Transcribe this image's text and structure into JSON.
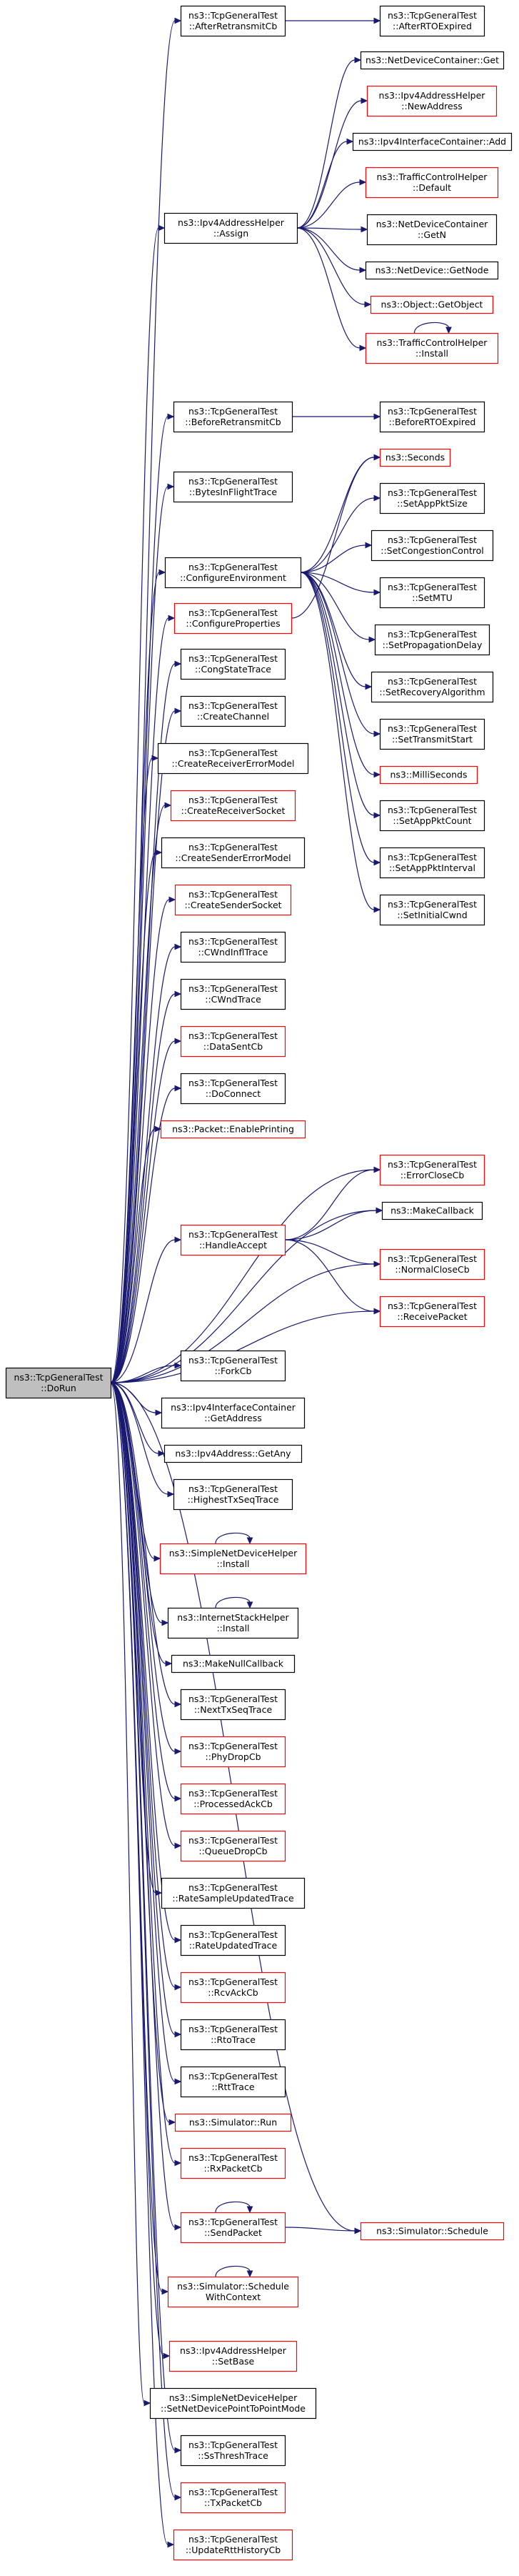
{
  "graph": {
    "title": "",
    "colors": {
      "edge": "#191970",
      "node_border": "#000000",
      "node_border_undocumented": "#ff0000",
      "root_fill": "#bfbfbf",
      "node_fill": "#ffffff"
    },
    "nodes": [
      {
        "id": "root",
        "lines": [
          "ns3::TcpGeneralTest",
          "::DoRun"
        ],
        "style": "root"
      },
      {
        "id": "afterRetransmitCb",
        "lines": [
          "ns3::TcpGeneralTest",
          "::AfterRetransmitCb"
        ],
        "style": "normal"
      },
      {
        "id": "afterRTOExpired",
        "lines": [
          "ns3::TcpGeneralTest",
          "::AfterRTOExpired"
        ],
        "style": "normal"
      },
      {
        "id": "ndcGet",
        "lines": [
          "ns3::NetDeviceContainer::Get"
        ],
        "style": "normal"
      },
      {
        "id": "ipv4NewAddress",
        "lines": [
          "ns3::Ipv4AddressHelper",
          "::NewAddress"
        ],
        "style": "red"
      },
      {
        "id": "ipv4ifcAdd",
        "lines": [
          "ns3::Ipv4InterfaceContainer::Add"
        ],
        "style": "normal"
      },
      {
        "id": "assign",
        "lines": [
          "ns3::Ipv4AddressHelper",
          "::Assign"
        ],
        "style": "normal"
      },
      {
        "id": "tchDefault",
        "lines": [
          "ns3::TrafficControlHelper",
          "::Default"
        ],
        "style": "red"
      },
      {
        "id": "ndcGetN",
        "lines": [
          "ns3::NetDeviceContainer",
          "::GetN"
        ],
        "style": "normal"
      },
      {
        "id": "ndGetNode",
        "lines": [
          "ns3::NetDevice::GetNode"
        ],
        "style": "normal"
      },
      {
        "id": "objGetObject",
        "lines": [
          "ns3::Object::GetObject"
        ],
        "style": "red"
      },
      {
        "id": "tchInstall",
        "lines": [
          "ns3::TrafficControlHelper",
          "::Install"
        ],
        "style": "red"
      },
      {
        "id": "beforeRetransmitCb",
        "lines": [
          "ns3::TcpGeneralTest",
          "::BeforeRetransmitCb"
        ],
        "style": "normal"
      },
      {
        "id": "beforeRTOExpired",
        "lines": [
          "ns3::TcpGeneralTest",
          "::BeforeRTOExpired"
        ],
        "style": "normal"
      },
      {
        "id": "seconds",
        "lines": [
          "ns3::Seconds"
        ],
        "style": "red"
      },
      {
        "id": "bytesInFlightTrace",
        "lines": [
          "ns3::TcpGeneralTest",
          "::BytesInFlightTrace"
        ],
        "style": "normal"
      },
      {
        "id": "setAppPktSize",
        "lines": [
          "ns3::TcpGeneralTest",
          "::SetAppPktSize"
        ],
        "style": "normal"
      },
      {
        "id": "setCongestionControl",
        "lines": [
          "ns3::TcpGeneralTest",
          "::SetCongestionControl"
        ],
        "style": "normal"
      },
      {
        "id": "configureEnvironment",
        "lines": [
          "ns3::TcpGeneralTest",
          "::ConfigureEnvironment"
        ],
        "style": "normal"
      },
      {
        "id": "setMTU",
        "lines": [
          "ns3::TcpGeneralTest",
          "::SetMTU"
        ],
        "style": "normal"
      },
      {
        "id": "configureProperties",
        "lines": [
          "ns3::TcpGeneralTest",
          "::ConfigureProperties"
        ],
        "style": "red"
      },
      {
        "id": "setPropagationDelay",
        "lines": [
          "ns3::TcpGeneralTest",
          "::SetPropagationDelay"
        ],
        "style": "normal"
      },
      {
        "id": "congStateTrace",
        "lines": [
          "ns3::TcpGeneralTest",
          "::CongStateTrace"
        ],
        "style": "normal"
      },
      {
        "id": "setRecoveryAlgorithm",
        "lines": [
          "ns3::TcpGeneralTest",
          "::SetRecoveryAlgorithm"
        ],
        "style": "normal"
      },
      {
        "id": "createChannel",
        "lines": [
          "ns3::TcpGeneralTest",
          "::CreateChannel"
        ],
        "style": "normal"
      },
      {
        "id": "setTransmitStart",
        "lines": [
          "ns3::TcpGeneralTest",
          "::SetTransmitStart"
        ],
        "style": "normal"
      },
      {
        "id": "createReceiverErrorModel",
        "lines": [
          "ns3::TcpGeneralTest",
          "::CreateReceiverErrorModel"
        ],
        "style": "normal"
      },
      {
        "id": "milliSeconds",
        "lines": [
          "ns3::MilliSeconds"
        ],
        "style": "red"
      },
      {
        "id": "createReceiverSocket",
        "lines": [
          "ns3::TcpGeneralTest",
          "::CreateReceiverSocket"
        ],
        "style": "red"
      },
      {
        "id": "setAppPktCount",
        "lines": [
          "ns3::TcpGeneralTest",
          "::SetAppPktCount"
        ],
        "style": "normal"
      },
      {
        "id": "createSenderErrorModel",
        "lines": [
          "ns3::TcpGeneralTest",
          "::CreateSenderErrorModel"
        ],
        "style": "normal"
      },
      {
        "id": "setAppPktInterval",
        "lines": [
          "ns3::TcpGeneralTest",
          "::SetAppPktInterval"
        ],
        "style": "normal"
      },
      {
        "id": "createSenderSocket",
        "lines": [
          "ns3::TcpGeneralTest",
          "::CreateSenderSocket"
        ],
        "style": "red"
      },
      {
        "id": "setInitialCwnd",
        "lines": [
          "ns3::TcpGeneralTest",
          "::SetInitialCwnd"
        ],
        "style": "normal"
      },
      {
        "id": "cWndInflTrace",
        "lines": [
          "ns3::TcpGeneralTest",
          "::CWndInflTrace"
        ],
        "style": "normal"
      },
      {
        "id": "cWndTrace",
        "lines": [
          "ns3::TcpGeneralTest",
          "::CWndTrace"
        ],
        "style": "normal"
      },
      {
        "id": "dataSentCb",
        "lines": [
          "ns3::TcpGeneralTest",
          "::DataSentCb"
        ],
        "style": "red"
      },
      {
        "id": "doConnect",
        "lines": [
          "ns3::TcpGeneralTest",
          "::DoConnect"
        ],
        "style": "normal"
      },
      {
        "id": "enablePrinting",
        "lines": [
          "ns3::Packet::EnablePrinting"
        ],
        "style": "red"
      },
      {
        "id": "errorCloseCb",
        "lines": [
          "ns3::TcpGeneralTest",
          "::ErrorCloseCb"
        ],
        "style": "red"
      },
      {
        "id": "makeCallback",
        "lines": [
          "ns3::MakeCallback"
        ],
        "style": "normal"
      },
      {
        "id": "handleAccept",
        "lines": [
          "ns3::TcpGeneralTest",
          "::HandleAccept"
        ],
        "style": "red"
      },
      {
        "id": "normalCloseCb",
        "lines": [
          "ns3::TcpGeneralTest",
          "::NormalCloseCb"
        ],
        "style": "red"
      },
      {
        "id": "receivePacket",
        "lines": [
          "ns3::TcpGeneralTest",
          "::ReceivePacket"
        ],
        "style": "red"
      },
      {
        "id": "forkCb",
        "lines": [
          "ns3::TcpGeneralTest",
          "::ForkCb"
        ],
        "style": "normal"
      },
      {
        "id": "ipv4ifcGetAddress",
        "lines": [
          "ns3::Ipv4InterfaceContainer",
          "::GetAddress"
        ],
        "style": "normal"
      },
      {
        "id": "ipv4GetAny",
        "lines": [
          "ns3::Ipv4Address::GetAny"
        ],
        "style": "normal"
      },
      {
        "id": "highestTxSeqTrace",
        "lines": [
          "ns3::TcpGeneralTest",
          "::HighestTxSeqTrace"
        ],
        "style": "normal"
      },
      {
        "id": "sndhInstall",
        "lines": [
          "ns3::SimpleNetDeviceHelper",
          "::Install"
        ],
        "style": "red"
      },
      {
        "id": "ishInstall",
        "lines": [
          "ns3::InternetStackHelper",
          "::Install"
        ],
        "style": "normal"
      },
      {
        "id": "makeNullCallback",
        "lines": [
          "ns3::MakeNullCallback"
        ],
        "style": "normal"
      },
      {
        "id": "nextTxSeqTrace",
        "lines": [
          "ns3::TcpGeneralTest",
          "::NextTxSeqTrace"
        ],
        "style": "normal"
      },
      {
        "id": "phyDropCb",
        "lines": [
          "ns3::TcpGeneralTest",
          "::PhyDropCb"
        ],
        "style": "red"
      },
      {
        "id": "processedAckCb",
        "lines": [
          "ns3::TcpGeneralTest",
          "::ProcessedAckCb"
        ],
        "style": "red"
      },
      {
        "id": "queueDropCb",
        "lines": [
          "ns3::TcpGeneralTest",
          "::QueueDropCb"
        ],
        "style": "red"
      },
      {
        "id": "rateSampleUpdatedTrace",
        "lines": [
          "ns3::TcpGeneralTest",
          "::RateSampleUpdatedTrace"
        ],
        "style": "normal"
      },
      {
        "id": "rateUpdatedTrace",
        "lines": [
          "ns3::TcpGeneralTest",
          "::RateUpdatedTrace"
        ],
        "style": "normal"
      },
      {
        "id": "rcvAckCb",
        "lines": [
          "ns3::TcpGeneralTest",
          "::RcvAckCb"
        ],
        "style": "red"
      },
      {
        "id": "rtoTrace",
        "lines": [
          "ns3::TcpGeneralTest",
          "::RtoTrace"
        ],
        "style": "normal"
      },
      {
        "id": "rttTrace",
        "lines": [
          "ns3::TcpGeneralTest",
          "::RttTrace"
        ],
        "style": "normal"
      },
      {
        "id": "simRun",
        "lines": [
          "ns3::Simulator::Run"
        ],
        "style": "red"
      },
      {
        "id": "rxPacketCb",
        "lines": [
          "ns3::TcpGeneralTest",
          "::RxPacketCb"
        ],
        "style": "red"
      },
      {
        "id": "simSchedule",
        "lines": [
          "ns3::Simulator::Schedule"
        ],
        "style": "red"
      },
      {
        "id": "sendPacket",
        "lines": [
          "ns3::TcpGeneralTest",
          "::SendPacket"
        ],
        "style": "red"
      },
      {
        "id": "scheduleWithContext",
        "lines": [
          "ns3::Simulator::Schedule",
          "WithContext"
        ],
        "style": "red"
      },
      {
        "id": "setBase",
        "lines": [
          "ns3::Ipv4AddressHelper",
          "::SetBase"
        ],
        "style": "red"
      },
      {
        "id": "setNetDevicePtp",
        "lines": [
          "ns3::SimpleNetDeviceHelper",
          "::SetNetDevicePointToPointMode"
        ],
        "style": "normal"
      },
      {
        "id": "ssThreshTrace",
        "lines": [
          "ns3::TcpGeneralTest",
          "::SsThreshTrace"
        ],
        "style": "normal"
      },
      {
        "id": "txPacketCb",
        "lines": [
          "ns3::TcpGeneralTest",
          "::TxPacketCb"
        ],
        "style": "red"
      },
      {
        "id": "updateRttHistoryCb",
        "lines": [
          "ns3::TcpGeneralTest",
          "::UpdateRttHistoryCb"
        ],
        "style": "red"
      }
    ],
    "edges": [
      [
        "root",
        "afterRetransmitCb"
      ],
      [
        "root",
        "assign"
      ],
      [
        "root",
        "beforeRetransmitCb"
      ],
      [
        "root",
        "bytesInFlightTrace"
      ],
      [
        "root",
        "configureEnvironment"
      ],
      [
        "root",
        "configureProperties"
      ],
      [
        "root",
        "congStateTrace"
      ],
      [
        "root",
        "createChannel"
      ],
      [
        "root",
        "createReceiverErrorModel"
      ],
      [
        "root",
        "createReceiverSocket"
      ],
      [
        "root",
        "createSenderErrorModel"
      ],
      [
        "root",
        "createSenderSocket"
      ],
      [
        "root",
        "cWndInflTrace"
      ],
      [
        "root",
        "cWndTrace"
      ],
      [
        "root",
        "dataSentCb"
      ],
      [
        "root",
        "doConnect"
      ],
      [
        "root",
        "enablePrinting"
      ],
      [
        "root",
        "errorCloseCb"
      ],
      [
        "root",
        "handleAccept"
      ],
      [
        "root",
        "makeCallback"
      ],
      [
        "root",
        "normalCloseCb"
      ],
      [
        "root",
        "receivePacket"
      ],
      [
        "root",
        "forkCb"
      ],
      [
        "root",
        "ipv4ifcGetAddress"
      ],
      [
        "root",
        "ipv4GetAny"
      ],
      [
        "root",
        "highestTxSeqTrace"
      ],
      [
        "root",
        "sndhInstall"
      ],
      [
        "root",
        "ishInstall"
      ],
      [
        "root",
        "makeNullCallback"
      ],
      [
        "root",
        "nextTxSeqTrace"
      ],
      [
        "root",
        "phyDropCb"
      ],
      [
        "root",
        "processedAckCb"
      ],
      [
        "root",
        "queueDropCb"
      ],
      [
        "root",
        "rateSampleUpdatedTrace"
      ],
      [
        "root",
        "rateUpdatedTrace"
      ],
      [
        "root",
        "rcvAckCb"
      ],
      [
        "root",
        "rtoTrace"
      ],
      [
        "root",
        "rttTrace"
      ],
      [
        "root",
        "simRun"
      ],
      [
        "root",
        "rxPacketCb"
      ],
      [
        "root",
        "simSchedule"
      ],
      [
        "root",
        "sendPacket"
      ],
      [
        "root",
        "scheduleWithContext"
      ],
      [
        "root",
        "setBase"
      ],
      [
        "root",
        "setNetDevicePtp"
      ],
      [
        "root",
        "ssThreshTrace"
      ],
      [
        "root",
        "txPacketCb"
      ],
      [
        "root",
        "updateRttHistoryCb"
      ],
      [
        "afterRetransmitCb",
        "afterRTOExpired"
      ],
      [
        "assign",
        "ndcGet"
      ],
      [
        "assign",
        "ipv4NewAddress"
      ],
      [
        "assign",
        "ipv4ifcAdd"
      ],
      [
        "assign",
        "tchDefault"
      ],
      [
        "assign",
        "ndcGetN"
      ],
      [
        "assign",
        "ndGetNode"
      ],
      [
        "assign",
        "objGetObject"
      ],
      [
        "assign",
        "tchInstall"
      ],
      [
        "tchInstall",
        "tchInstall"
      ],
      [
        "beforeRetransmitCb",
        "beforeRTOExpired"
      ],
      [
        "configureEnvironment",
        "seconds"
      ],
      [
        "configureEnvironment",
        "setAppPktSize"
      ],
      [
        "configureEnvironment",
        "setCongestionControl"
      ],
      [
        "configureEnvironment",
        "setMTU"
      ],
      [
        "configureEnvironment",
        "setPropagationDelay"
      ],
      [
        "configureEnvironment",
        "setRecoveryAlgorithm"
      ],
      [
        "configureEnvironment",
        "setTransmitStart"
      ],
      [
        "configureEnvironment",
        "milliSeconds"
      ],
      [
        "configureEnvironment",
        "setAppPktCount"
      ],
      [
        "configureEnvironment",
        "setAppPktInterval"
      ],
      [
        "configureEnvironment",
        "setInitialCwnd"
      ],
      [
        "configureProperties",
        "seconds"
      ],
      [
        "handleAccept",
        "errorCloseCb"
      ],
      [
        "handleAccept",
        "makeCallback"
      ],
      [
        "handleAccept",
        "normalCloseCb"
      ],
      [
        "handleAccept",
        "receivePacket"
      ],
      [
        "sndhInstall",
        "sndhInstall"
      ],
      [
        "ishInstall",
        "ishInstall"
      ],
      [
        "sendPacket",
        "simSchedule"
      ],
      [
        "sendPacket",
        "sendPacket"
      ],
      [
        "scheduleWithContext",
        "scheduleWithContext"
      ]
    ]
  }
}
